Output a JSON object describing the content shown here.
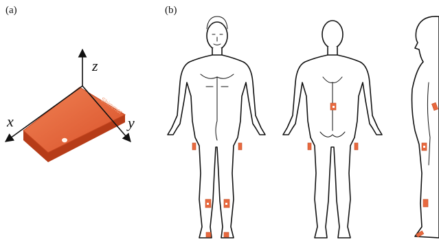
{
  "panels": {
    "a": {
      "label": "(a)"
    },
    "b": {
      "label": "(b)"
    }
  },
  "sensor": {
    "brand_text": "Shimmer",
    "color": "#e0582e",
    "axes": {
      "x": "x",
      "y": "y",
      "z": "z"
    }
  },
  "body_views": [
    "front",
    "back",
    "side"
  ],
  "patch_color": "#e8693f"
}
